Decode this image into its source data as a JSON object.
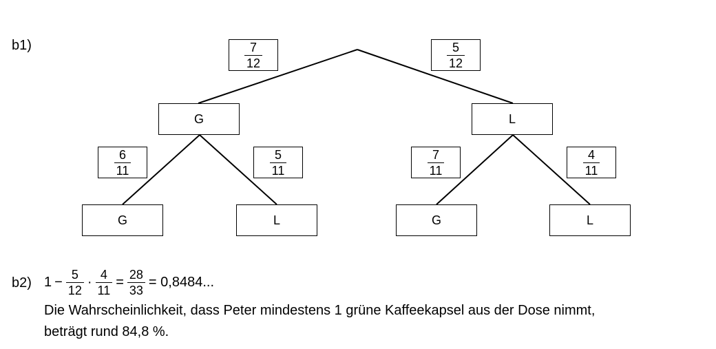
{
  "labels": {
    "b1": "b1)",
    "b2": "b2)"
  },
  "tree": {
    "root_left_prob": {
      "num": "7",
      "den": "12"
    },
    "root_right_prob": {
      "num": "5",
      "den": "12"
    },
    "level1_left": "G",
    "level1_right": "L",
    "g_left_prob": {
      "num": "6",
      "den": "11"
    },
    "g_right_prob": {
      "num": "5",
      "den": "11"
    },
    "l_left_prob": {
      "num": "7",
      "den": "11"
    },
    "l_right_prob": {
      "num": "4",
      "den": "11"
    },
    "leaves": [
      "G",
      "L",
      "G",
      "L"
    ]
  },
  "b2": {
    "one": "1",
    "minus": "−",
    "frac1": {
      "num": "5",
      "den": "12"
    },
    "dot": "·",
    "frac2": {
      "num": "4",
      "den": "11"
    },
    "eq1": "=",
    "frac3": {
      "num": "28",
      "den": "33"
    },
    "result": "= 0,8484...",
    "sentence1": "Die Wahrscheinlichkeit, dass Peter mindestens 1 grüne Kaffeekapsel aus der Dose nimmt,",
    "sentence2": "beträgt rund 84,8 %."
  }
}
